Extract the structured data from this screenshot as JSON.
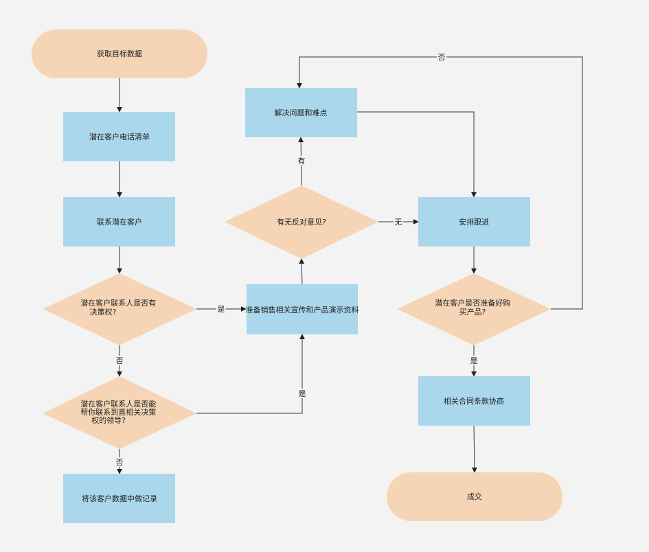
{
  "colors": {
    "background": "#f3f3f3",
    "terminal_fill": "#f5d5b6",
    "process_fill": "#aad7ec",
    "decision_fill": "#f5d5b6",
    "edge": "#333333",
    "text": "#222222"
  },
  "nodes": {
    "start": {
      "text": "获取目标数据"
    },
    "phone_list": {
      "text": "潜在客户电话清单"
    },
    "contact": {
      "text": "联系潜在客户"
    },
    "decision_authority": {
      "lines": [
        "潜在客户联系人是否有",
        "决策权?"
      ]
    },
    "decision_referral": {
      "lines": [
        "潜在客户联系人是否能",
        "帮你联系到直相关决策",
        "权的领导?"
      ]
    },
    "record": {
      "text": "将该客户数据中做记录"
    },
    "prepare": {
      "text": "准备销售相关宣传和产品演示资料"
    },
    "decision_objection": {
      "text": "有无反对意见?"
    },
    "solve": {
      "text": "解决问题和难点"
    },
    "followup": {
      "text": "安排跟进"
    },
    "decision_ready": {
      "lines": [
        "潜在客户是否准备好购",
        "买产品?"
      ]
    },
    "negotiate": {
      "text": "相关合同条款协商"
    },
    "deal": {
      "text": "成交"
    }
  },
  "edge_labels": {
    "authority_yes": "是",
    "authority_no": "否",
    "referral_yes": "是",
    "referral_no": "否",
    "objection_yes": "有",
    "objection_no": "无",
    "ready_yes": "是",
    "ready_no": "否"
  }
}
